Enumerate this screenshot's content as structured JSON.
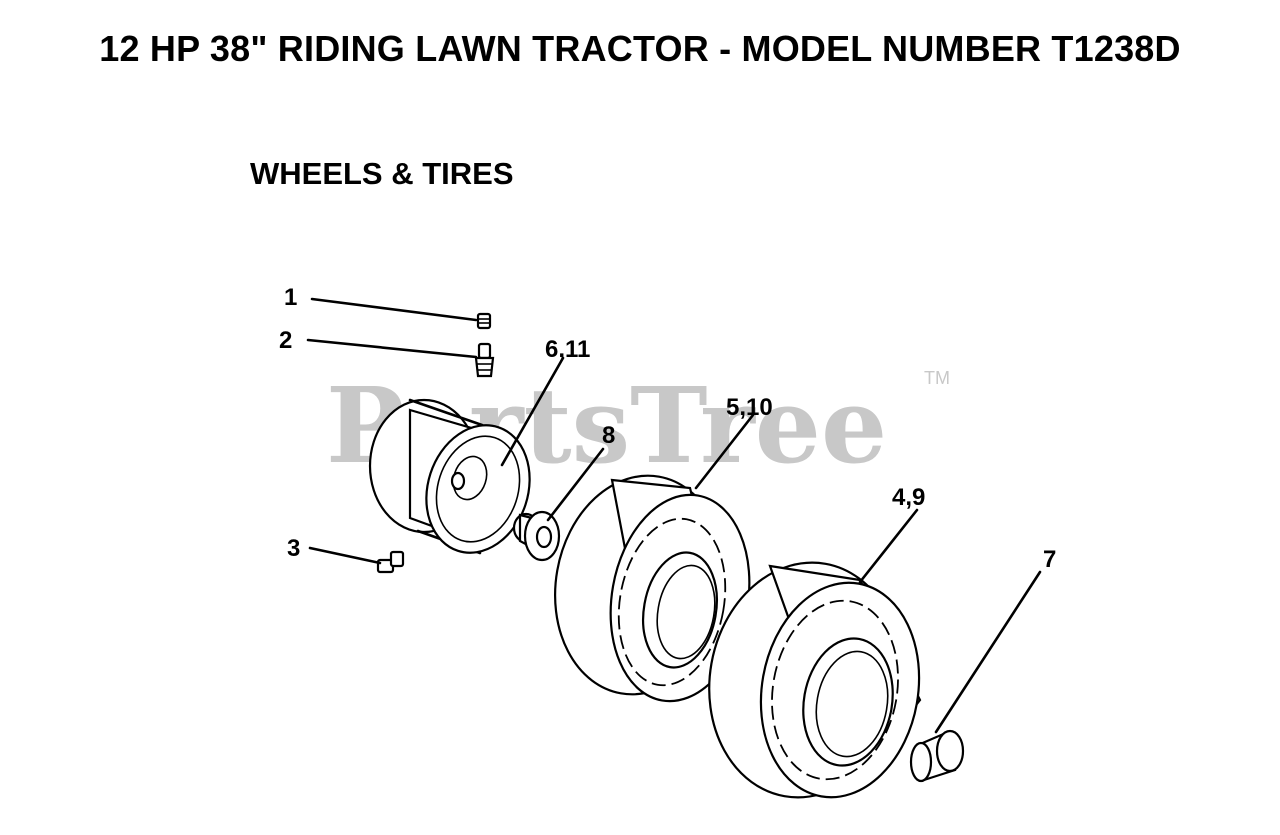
{
  "title": "12 HP 38\" RIDING LAWN TRACTOR - MODEL NUMBER T1238D",
  "section": "WHEELS & TIRES",
  "watermark": {
    "text": "PartsTree",
    "tm": "TM"
  },
  "callouts": {
    "c1": "1",
    "c2": "2",
    "c3": "3",
    "c611": "6,11",
    "c8": "8",
    "c510": "5,10",
    "c49": "4,9",
    "c7": "7"
  }
}
